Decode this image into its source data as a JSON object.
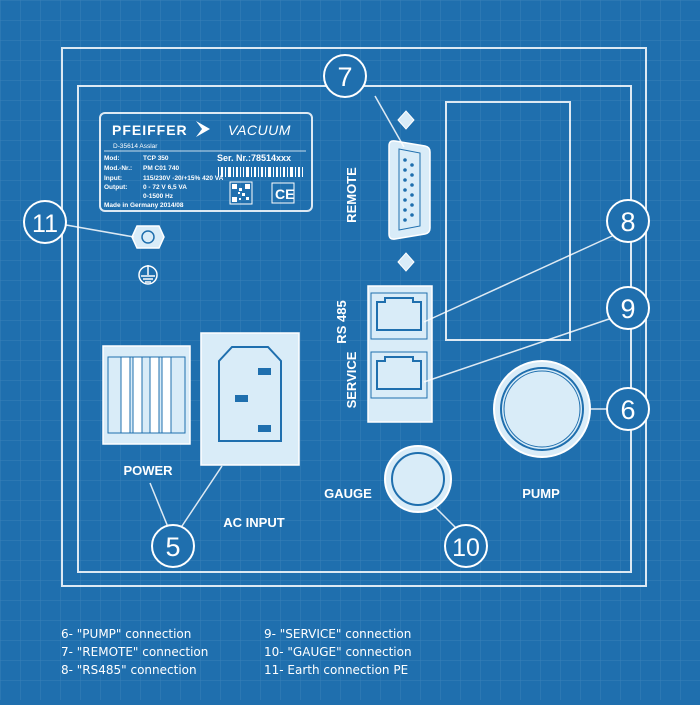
{
  "brand": {
    "name": "PFEIFFER",
    "name2": "VACUUM",
    "address": "D-35614 Asslar"
  },
  "nameplate": {
    "rows": [
      {
        "label": "Mod:",
        "value": "TCP 350"
      },
      {
        "label": "Mod.-Nr.:",
        "value": "PM C01 740"
      },
      {
        "label": "Input:",
        "value": "115/230V -20/+15% 420 VA"
      },
      {
        "label": "Output:",
        "value": "0 - 72 V 6,5 VA"
      },
      {
        "label": "",
        "value": "0-1500 Hz"
      },
      {
        "label": "",
        "value": "Made in Germany  2014/08"
      }
    ],
    "serial": "Ser. Nr.:78514xxx",
    "ce_mark": "CE"
  },
  "panel_labels": {
    "remote": "REMOTE",
    "rs485": "RS 485",
    "service": "SERVICE",
    "power": "POWER",
    "ac_input": "AC INPUT",
    "gauge": "GAUGE",
    "pump": "PUMP"
  },
  "callouts": {
    "c5": "5",
    "c6": "6",
    "c7": "7",
    "c8": "8",
    "c9": "9",
    "c10": "10",
    "c11": "11"
  },
  "legend": {
    "left": [
      "6- \"PUMP\" connection",
      "7- \"REMOTE\" connection",
      "8- \"RS485\" connection"
    ],
    "right": [
      "9- \"SERVICE\" connection",
      "10- \"GAUGE\" connection",
      "11- Earth connection PE"
    ]
  },
  "colors": {
    "background": "#1f6fae",
    "line": "#ffffff",
    "fill": "#d9ecf8"
  }
}
